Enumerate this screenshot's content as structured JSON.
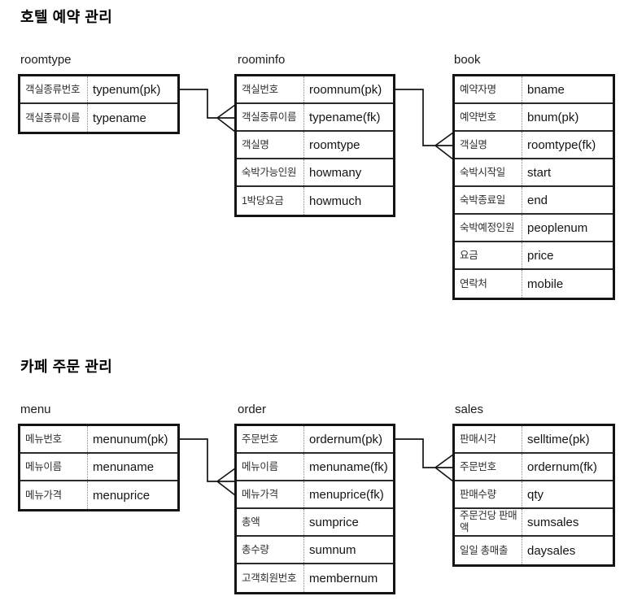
{
  "diagram_title_hint": "ERD with two subject areas",
  "colors": {
    "background": "#ffffff",
    "border": "#141414",
    "label_text": "#2f2f2f",
    "value_text": "#141414",
    "connector": "#141414"
  },
  "sections": [
    {
      "title": "호텔 예약 관리",
      "tables": [
        {
          "name": "roomtype",
          "rows": [
            [
              "객실종류번호",
              "typenum(pk)"
            ],
            [
              "객실종류이름",
              "typename"
            ]
          ]
        },
        {
          "name": "roominfo",
          "rows": [
            [
              "객실번호",
              "roomnum(pk)"
            ],
            [
              "객실종류이름",
              "typename(fk)"
            ],
            [
              "객실명",
              "roomtype"
            ],
            [
              "숙박가능인원",
              "howmany"
            ],
            [
              "1박당요금",
              "howmuch"
            ]
          ]
        },
        {
          "name": "book",
          "rows": [
            [
              "예약자명",
              "bname"
            ],
            [
              "예약번호",
              "bnum(pk)"
            ],
            [
              "객실명",
              "roomtype(fk)"
            ],
            [
              "숙박시작일",
              "start"
            ],
            [
              "숙박종료일",
              "end"
            ],
            [
              "숙박예정인원",
              "peoplenum"
            ],
            [
              "요금",
              "price"
            ],
            [
              "연락처",
              "mobile"
            ]
          ]
        }
      ]
    },
    {
      "title": "카페 주문 관리",
      "tables": [
        {
          "name": "menu",
          "rows": [
            [
              "메뉴번호",
              "menunum(pk)"
            ],
            [
              "메뉴이름",
              "menuname"
            ],
            [
              "메뉴가격",
              "menuprice"
            ]
          ]
        },
        {
          "name": "order",
          "rows": [
            [
              "주문번호",
              "ordernum(pk)"
            ],
            [
              "메뉴이름",
              "menuname(fk)"
            ],
            [
              "메뉴가격",
              "menuprice(fk)"
            ],
            [
              "총액",
              "sumprice"
            ],
            [
              "총수량",
              "sumnum"
            ],
            [
              "고객회원번호",
              "membernum"
            ]
          ]
        },
        {
          "name": "sales",
          "rows": [
            [
              "판매시각",
              "selltime(pk)"
            ],
            [
              "주문번호",
              "ordernum(fk)"
            ],
            [
              "판매수량",
              "qty"
            ],
            [
              "주문건당 판매액",
              "sumsales"
            ],
            [
              "일일 총매출",
              "daysales"
            ]
          ]
        }
      ]
    }
  ],
  "relationships": [
    {
      "from": "roomtype.typenum(pk)",
      "to": "roominfo.typename(fk)",
      "cardinality": "one-to-many"
    },
    {
      "from": "roominfo.roomnum(pk)",
      "to": "book.roomtype(fk)",
      "cardinality": "one-to-many"
    },
    {
      "from": "menu.menunum(pk)",
      "to": "order.menuname(fk)+menuprice(fk)",
      "cardinality": "one-to-many"
    },
    {
      "from": "order.ordernum(pk)",
      "to": "sales.ordernum(fk)",
      "cardinality": "one-to-many"
    }
  ]
}
